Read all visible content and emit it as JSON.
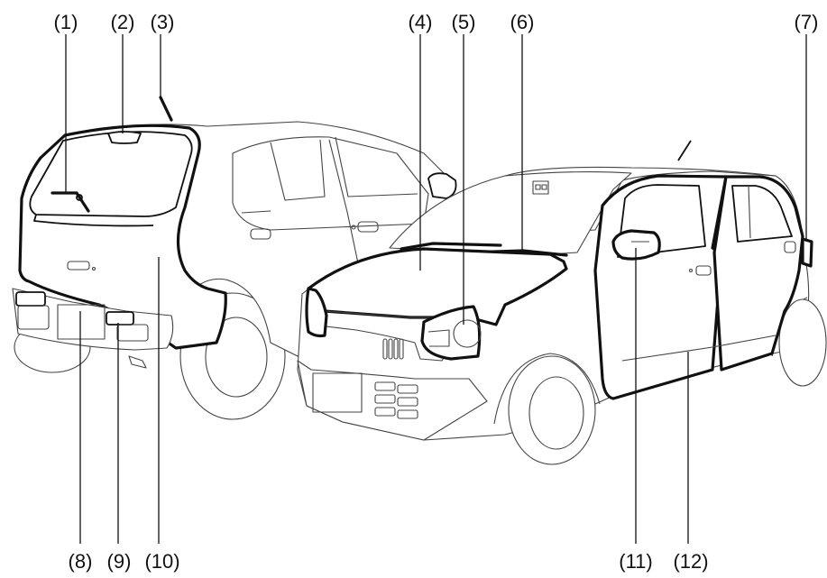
{
  "diagram": {
    "labels": {
      "l1": "(1)",
      "l2": "(2)",
      "l3": "(3)",
      "l4": "(4)",
      "l5": "(5)",
      "l6": "(6)",
      "l7": "(7)",
      "l8": "(8)",
      "l9": "(9)",
      "l10": "(10)",
      "l11": "(11)",
      "l12": "(12)"
    }
  }
}
